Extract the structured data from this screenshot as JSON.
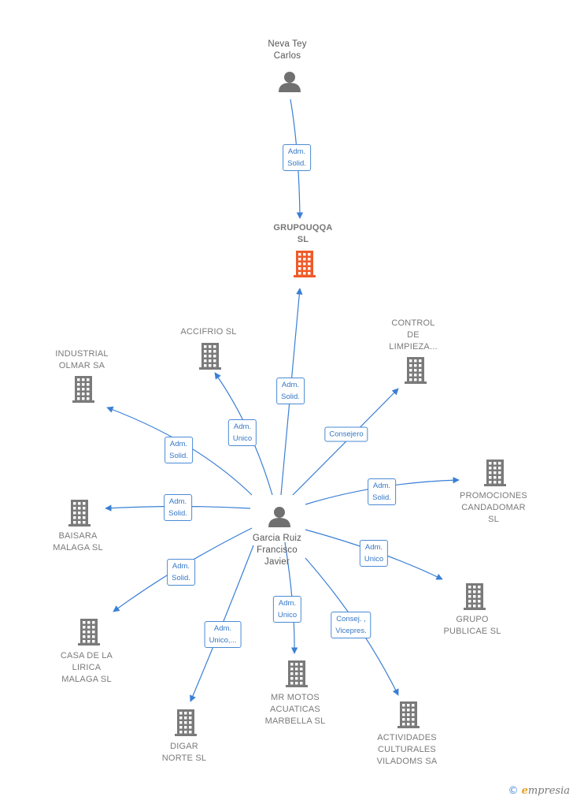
{
  "colors": {
    "edge": "#3a7fd5",
    "company": "#7a7a7a",
    "company_focus": "#f05a28",
    "person": "#707070"
  },
  "nodes": [
    {
      "id": "neva",
      "kind": "person",
      "icon": "person-icon",
      "lines": [
        "Neva Tey",
        "Carlos"
      ]
    },
    {
      "id": "grupouqqa",
      "kind": "company_focus",
      "icon": "building-icon",
      "lines": [
        "GRUPOUQQA",
        "SL"
      ]
    },
    {
      "id": "garcia",
      "kind": "person",
      "icon": "person-icon",
      "lines": [
        "Garcia Ruiz",
        "Francisco",
        "Javier"
      ]
    },
    {
      "id": "accifrio",
      "kind": "company",
      "icon": "building-icon",
      "lines": [
        "ACCIFRIO  SL"
      ]
    },
    {
      "id": "industrial",
      "kind": "company",
      "icon": "building-icon",
      "lines": [
        "INDUSTRIAL",
        "OLMAR SA"
      ]
    },
    {
      "id": "control",
      "kind": "company",
      "icon": "building-icon",
      "lines": [
        "CONTROL",
        "DE",
        "LIMPIEZA..."
      ]
    },
    {
      "id": "promociones",
      "kind": "company",
      "icon": "building-icon",
      "lines": [
        "PROMOCIONES",
        "CANDADOMAR",
        "SL"
      ]
    },
    {
      "id": "baisara",
      "kind": "company",
      "icon": "building-icon",
      "lines": [
        "BAISARA",
        "MALAGA  SL"
      ]
    },
    {
      "id": "grupo",
      "kind": "company",
      "icon": "building-icon",
      "lines": [
        "GRUPO",
        "PUBLICAE SL"
      ]
    },
    {
      "id": "casa",
      "kind": "company",
      "icon": "building-icon",
      "lines": [
        "CASA DE LA",
        "LIRICA",
        "MALAGA SL"
      ]
    },
    {
      "id": "mrmotos",
      "kind": "company",
      "icon": "building-icon",
      "lines": [
        "MR MOTOS",
        "ACUATICAS",
        "MARBELLA  SL"
      ]
    },
    {
      "id": "digar",
      "kind": "company",
      "icon": "building-icon",
      "lines": [
        "DIGAR",
        "NORTE  SL"
      ]
    },
    {
      "id": "actividades",
      "kind": "company",
      "icon": "building-icon",
      "lines": [
        "ACTIVIDADES",
        "CULTURALES",
        "VILADOMS SA"
      ]
    }
  ],
  "edges": [
    {
      "from": "neva",
      "to": "grupouqqa",
      "label": [
        "Adm.",
        "Solid."
      ]
    },
    {
      "from": "garcia",
      "to": "grupouqqa",
      "label": [
        "Adm.",
        "Solid."
      ]
    },
    {
      "from": "garcia",
      "to": "accifrio",
      "label": [
        "Adm.",
        "Unico"
      ]
    },
    {
      "from": "garcia",
      "to": "industrial",
      "label": [
        "Adm.",
        "Solid."
      ]
    },
    {
      "from": "garcia",
      "to": "control",
      "label": [
        "Consejero"
      ]
    },
    {
      "from": "garcia",
      "to": "promociones",
      "label": [
        "Adm.",
        "Solid."
      ]
    },
    {
      "from": "garcia",
      "to": "baisara",
      "label": [
        "Adm.",
        "Solid."
      ]
    },
    {
      "from": "garcia",
      "to": "grupo",
      "label": [
        "Adm.",
        "Unico"
      ]
    },
    {
      "from": "garcia",
      "to": "casa",
      "label": [
        "Adm.",
        "Solid."
      ]
    },
    {
      "from": "garcia",
      "to": "mrmotos",
      "label": [
        "Adm.",
        "Unico"
      ]
    },
    {
      "from": "garcia",
      "to": "digar",
      "label": [
        "Adm.",
        "Unico,..."
      ]
    },
    {
      "from": "garcia",
      "to": "actividades",
      "label": [
        "Consej. ,",
        "Vicepres."
      ]
    }
  ],
  "brand": {
    "symbol": "©",
    "initial": "e",
    "rest": "mpresia"
  }
}
